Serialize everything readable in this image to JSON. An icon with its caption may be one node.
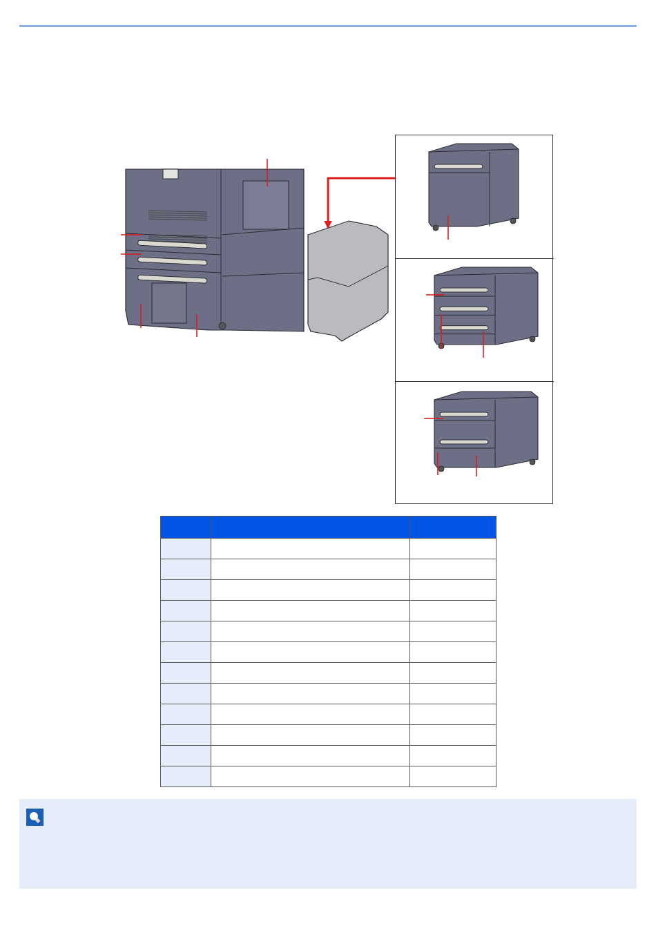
{
  "diagram": {
    "nodes": [
      {
        "text": [],
        "shape": "picture"
      },
      {
        "text": [],
        "shape": "box"
      },
      {
        "text": [],
        "shape": "box"
      },
      {
        "text": [],
        "shape": "picture",
        "in": 2
      },
      {
        "text": [],
        "shape": "picture",
        "in": 2
      },
      {
        "text": [],
        "shape": "picture",
        "in": 2
      }
    ],
    "edges": [
      {
        "from": 2,
        "to": 1,
        "arrow": "to",
        "color": "#e0201e"
      },
      {
        "from": null,
        "to": 0,
        "arrow": "none"
      },
      {
        "from": null,
        "to": 0,
        "arrow": "none"
      },
      {
        "from": null,
        "to": 0,
        "arrow": "none"
      },
      {
        "from": null,
        "to": 0,
        "arrow": "none"
      },
      {
        "from": null,
        "to": 0,
        "arrow": "none"
      },
      {
        "from": null,
        "to": 3,
        "arrow": "none"
      },
      {
        "from": null,
        "to": 4,
        "arrow": "none"
      },
      {
        "from": null,
        "to": 4,
        "arrow": "none"
      },
      {
        "from": null,
        "to": 4,
        "arrow": "none"
      },
      {
        "from": null,
        "to": 5,
        "arrow": "none"
      },
      {
        "from": null,
        "to": 5,
        "arrow": "none"
      },
      {
        "from": null,
        "to": 5,
        "arrow": "none"
      }
    ]
  }
}
